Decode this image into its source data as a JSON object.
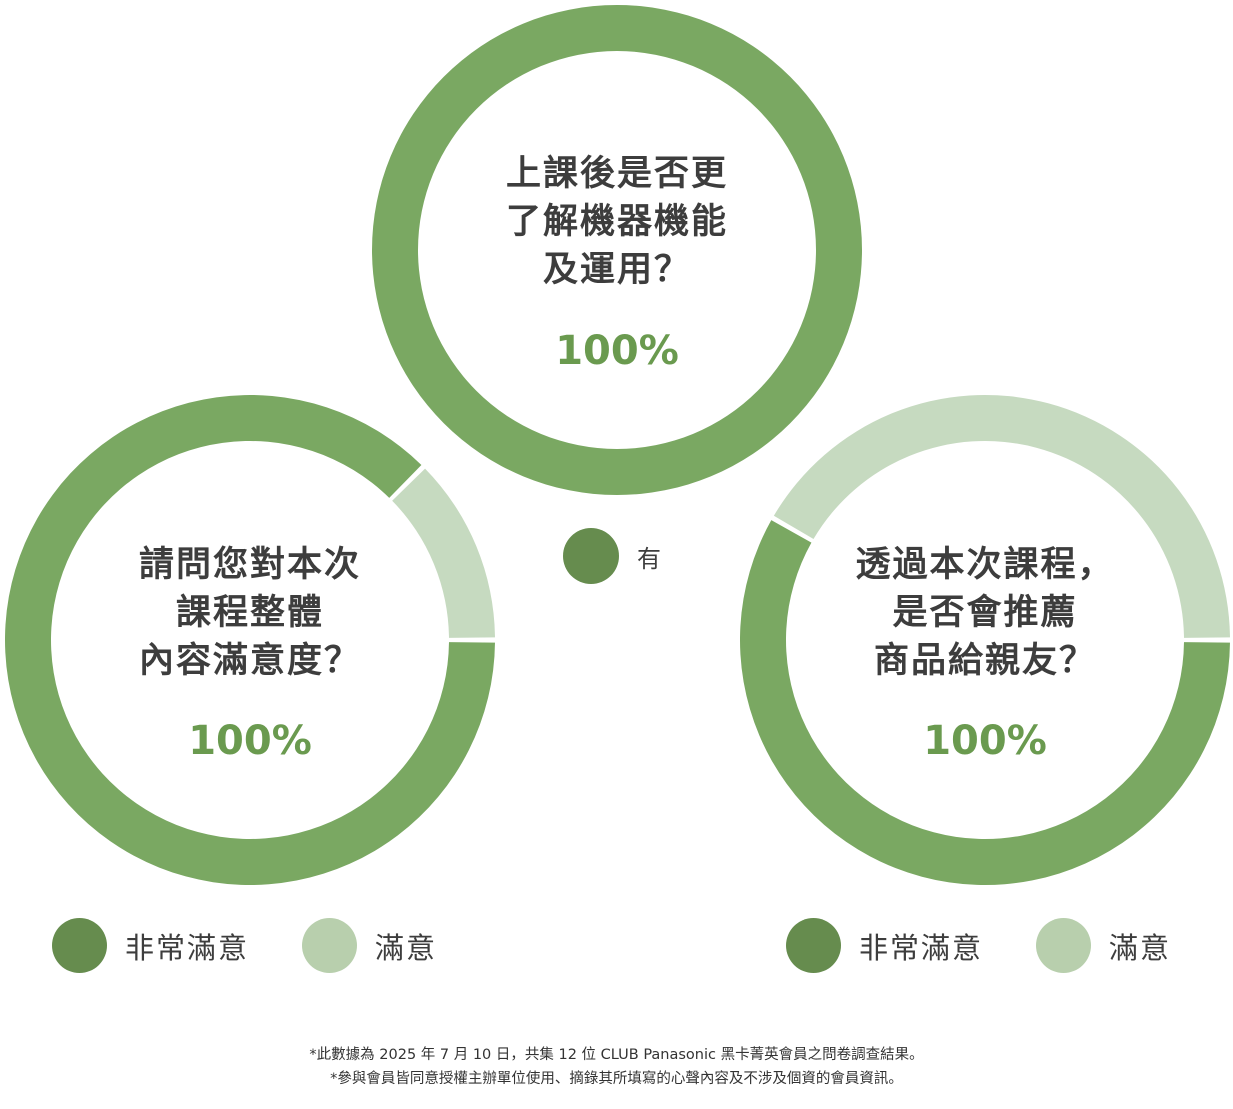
{
  "colors": {
    "primary": "#7aa862",
    "secondary": "#c6dac0",
    "legend_primary": "#668c4e",
    "legend_secondary": "#b8cfad",
    "percent_text": "#6a9a4f"
  },
  "chart_data": [
    {
      "type": "pie",
      "variant": "donut",
      "title": "上課後是否更\n了解機器機能\n及運用？",
      "center_label": "100%",
      "categories": [
        "有"
      ],
      "values": [
        100
      ],
      "legend": [
        "有"
      ]
    },
    {
      "type": "pie",
      "variant": "donut",
      "title": "請問您對本次\n課程整體\n內容滿意度？",
      "center_label": "100%",
      "categories": [
        "非常滿意",
        "滿意"
      ],
      "values": [
        87.5,
        12.5
      ],
      "legend": [
        "非常滿意",
        "滿意"
      ]
    },
    {
      "type": "pie",
      "variant": "donut",
      "title": "透過本次課程，\n是否會推薦\n商品給親友？",
      "center_label": "100%",
      "categories": [
        "非常滿意",
        "滿意"
      ],
      "values": [
        58.3,
        41.7
      ],
      "legend": [
        "非常滿意",
        "滿意"
      ]
    }
  ],
  "notes": [
    "*此數據為 2025 年 7 月 10 日，共集 12 位 CLUB Panasonic 黑卡菁英會員之問卷調查結果。",
    "*參與會員皆同意授權主辦單位使用、摘錄其所填寫的心聲內容及不涉及個資的會員資訊。"
  ]
}
